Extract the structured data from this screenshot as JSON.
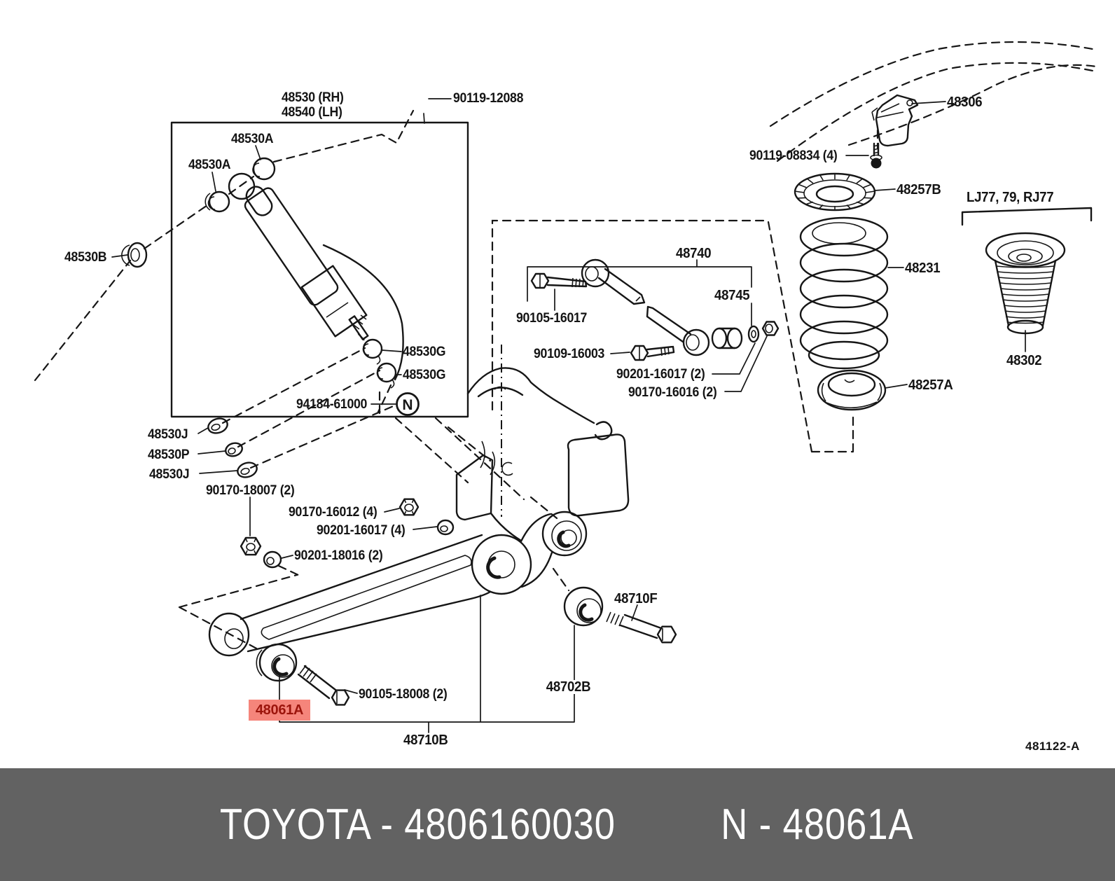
{
  "diagram": {
    "parts": [
      {
        "label": "48530 (RH)"
      },
      {
        "label": "48540 (LH)"
      },
      {
        "label": "90119-12088"
      },
      {
        "label": "48530A"
      },
      {
        "label": "48530A"
      },
      {
        "label": "48530B"
      },
      {
        "label": "48530G"
      },
      {
        "label": "48530G"
      },
      {
        "label": "94184-61000"
      },
      {
        "label": "48530J"
      },
      {
        "label": "48530P"
      },
      {
        "label": "48530J"
      },
      {
        "label": "90170-18007 (2)"
      },
      {
        "label": "90170-16012 (4)"
      },
      {
        "label": "90201-16017 (4)"
      },
      {
        "label": "90201-18016 (2)"
      },
      {
        "label": "90105-16017"
      },
      {
        "label": "48740"
      },
      {
        "label": "48745"
      },
      {
        "label": "90109-16003"
      },
      {
        "label": "90201-16017 (2)"
      },
      {
        "label": "90170-16016 (2)"
      },
      {
        "label": "48306"
      },
      {
        "label": "90119-08834 (4)"
      },
      {
        "label": "48257B"
      },
      {
        "label": "LJ77, 79, RJ77"
      },
      {
        "label": "48231"
      },
      {
        "label": "48302"
      },
      {
        "label": "48257A"
      },
      {
        "label": "48710F"
      },
      {
        "label": "48702B"
      },
      {
        "label": "90105-18008 (2)"
      },
      {
        "label": "48710B"
      }
    ],
    "highlight": {
      "label": "48061A",
      "background": "#f5857b",
      "text_color": "#9c150c"
    },
    "note_marker": "N",
    "ref_code": "481122-A",
    "line_color": "#161616"
  },
  "footer": {
    "left_text": "TOYOTA - 4806160030",
    "right_text": "N - 48061A",
    "background": "#626262",
    "text_color": "#ffffff"
  }
}
